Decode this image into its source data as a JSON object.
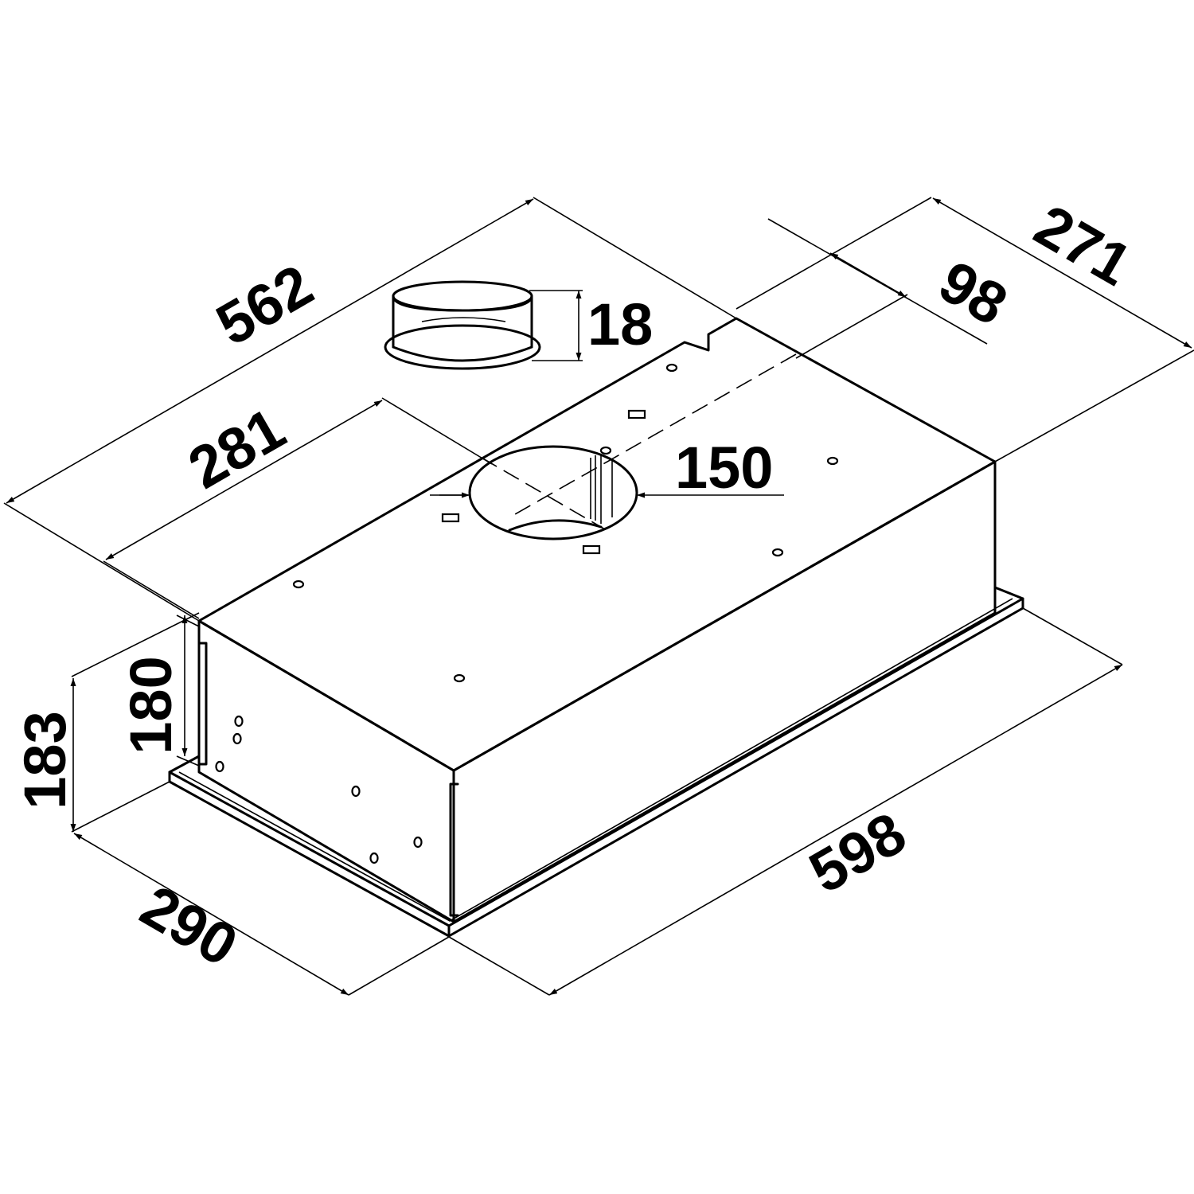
{
  "colors": {
    "line": "#000000",
    "background": "#ffffff"
  },
  "dimensions": {
    "width_total": "598",
    "depth_total": "290",
    "height_total": "183",
    "body_height": "180",
    "body_width": "562",
    "outlet_position": "281",
    "rear_depth": "271",
    "outlet_offset": "98",
    "outlet_diameter": "150",
    "collar_height": "18"
  }
}
